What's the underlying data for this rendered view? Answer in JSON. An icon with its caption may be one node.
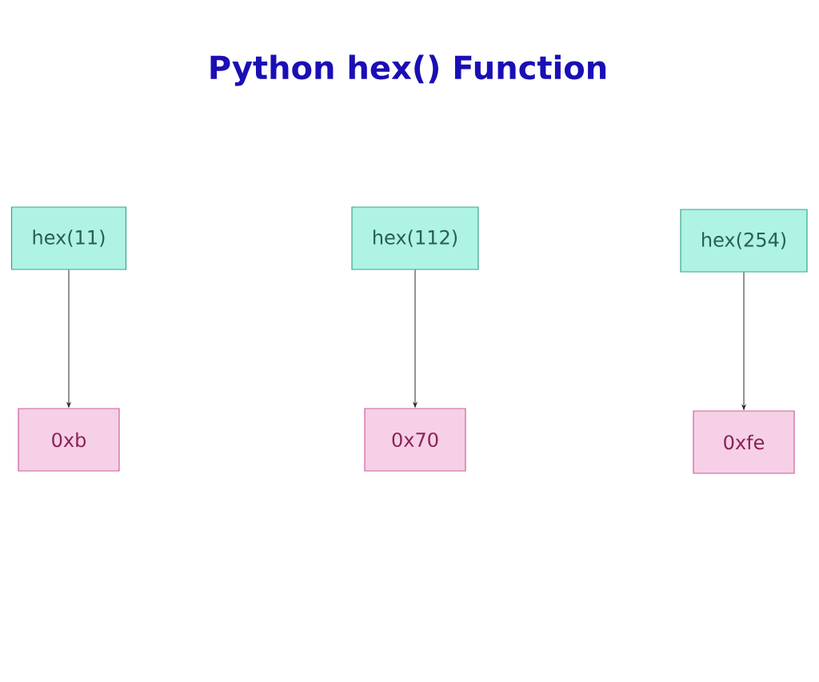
{
  "diagram": {
    "title": "Python hex() Function",
    "nodes": [
      {
        "text": [
          "hex(11)"
        ]
      },
      {
        "text": [
          "hex(112)"
        ]
      },
      {
        "text": [
          "hex(254)"
        ]
      },
      {
        "text": [
          "0xb"
        ]
      },
      {
        "text": [
          "0x70"
        ]
      },
      {
        "text": [
          "0xfe"
        ]
      }
    ],
    "edges": [
      {
        "from": 0,
        "to": 3,
        "arrow": "to"
      },
      {
        "from": 1,
        "to": 4,
        "arrow": "to"
      },
      {
        "from": 2,
        "to": 5,
        "arrow": "to"
      }
    ]
  }
}
